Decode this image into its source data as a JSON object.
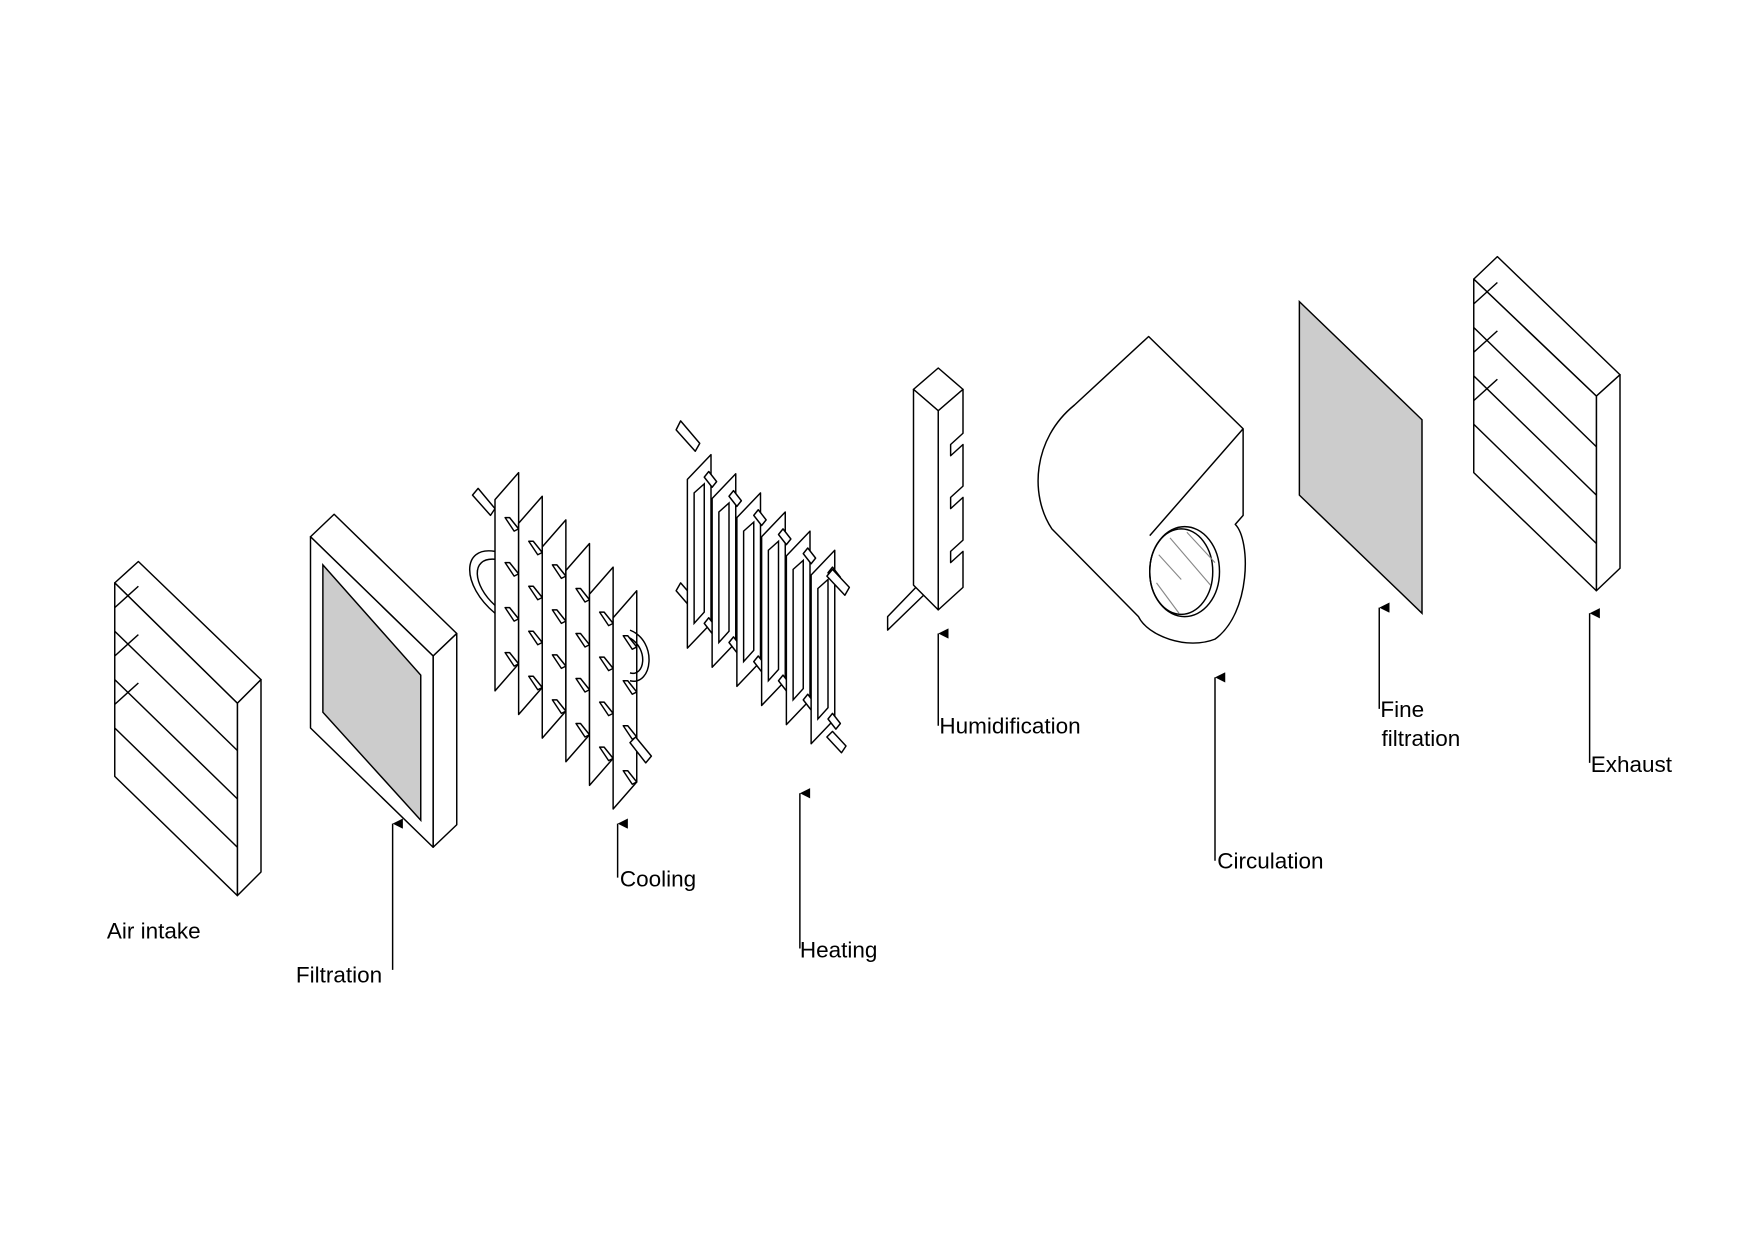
{
  "diagram": {
    "labels": {
      "air_intake": "Air intake",
      "filtration": "Filtration",
      "cooling": "Cooling",
      "heating": "Heating",
      "humidification": "Humidification",
      "circulation": "Circulation",
      "fine_filtration_1": "Fine",
      "fine_filtration_2": "filtration",
      "exhaust": "Exhaust"
    },
    "colors": {
      "filter_fill": "#cccccc",
      "line": "#000000"
    }
  }
}
